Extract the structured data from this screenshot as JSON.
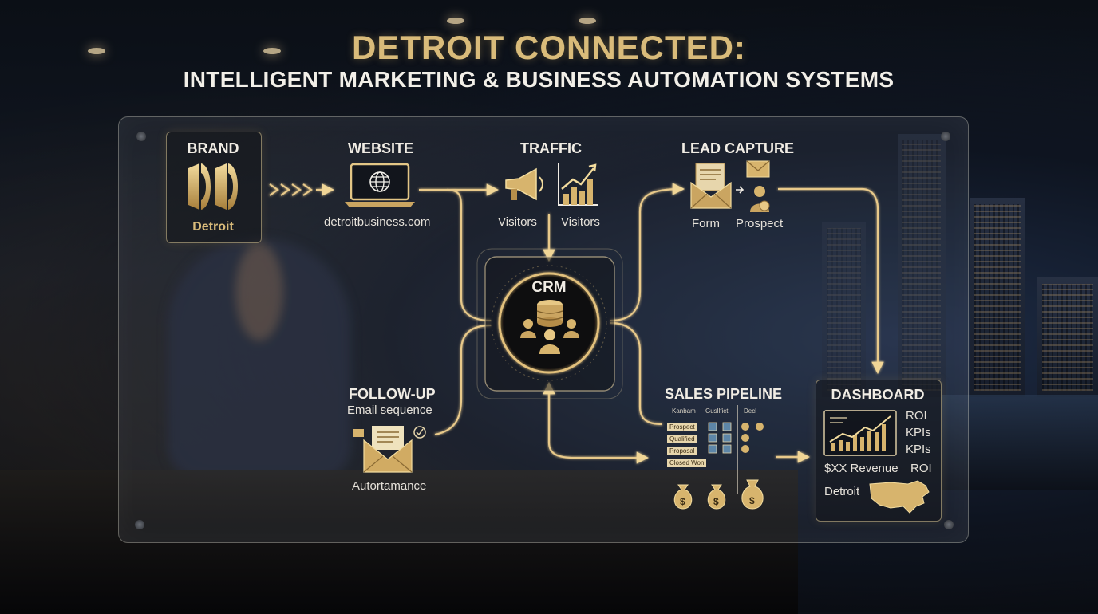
{
  "title": "DETROIT CONNECTED:",
  "subtitle": "INTELLIGENT MARKETING & BUSINESS AUTOMATION SYSTEMS",
  "brand": {
    "label": "BRAND",
    "caption": "Detroit"
  },
  "website": {
    "label": "WEBSITE",
    "caption": "detroitbusiness.com"
  },
  "traffic": {
    "label": "TRAFFIC",
    "caption_left": "Visitors",
    "caption_right": "Visitors"
  },
  "lead_capture": {
    "label": "LEAD CAPTURE",
    "caption_left": "Form",
    "caption_right": "Prospect"
  },
  "crm": {
    "label": "CRM"
  },
  "follow_up": {
    "label": "FOLLOW-UP",
    "caption_top": "Email sequence",
    "caption_bottom": "Autortamance"
  },
  "sales_pipeline": {
    "label": "SALES PIPELINE",
    "columns": [
      "Kanbam",
      "Gusllfict",
      "Decl"
    ],
    "rows": [
      "Prospect",
      "Qualified",
      "Proposal",
      "Closed Won"
    ]
  },
  "dashboard": {
    "label": "DASHBOARD",
    "metrics": [
      "ROI",
      "KPIs",
      "KPIs"
    ],
    "revenue": "$XX Revenue",
    "roi": "ROI",
    "region": "Detroit"
  },
  "colors": {
    "gold": "#d9bb7a",
    "line": "#e8c98a"
  }
}
